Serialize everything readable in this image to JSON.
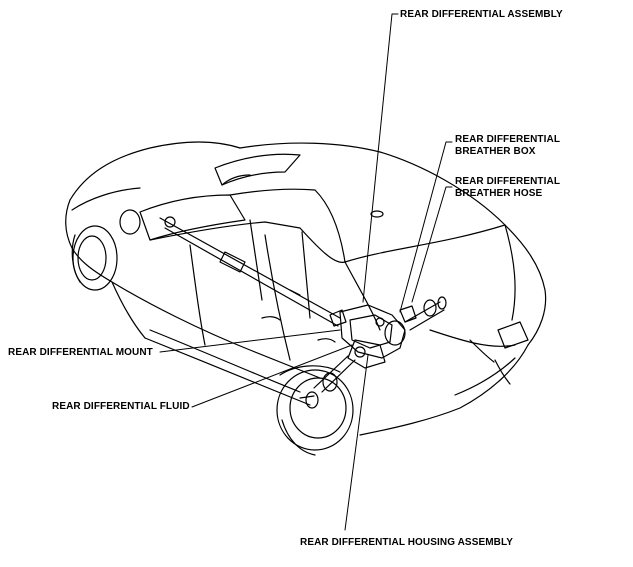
{
  "labels": {
    "assembly": "REAR DIFFERENTIAL ASSEMBLY",
    "breather_box_line1": "REAR DIFFERENTIAL",
    "breather_box_line2": "BREATHER BOX",
    "breather_hose_line1": "REAR DIFFERENTIAL",
    "breather_hose_line2": "BREATHER HOSE",
    "mount": "REAR DIFFERENTIAL MOUNT",
    "fluid": "REAR DIFFERENTIAL FLUID",
    "housing": "REAR DIFFERENTIAL HOUSING ASSEMBLY"
  },
  "colors": {
    "line": "#000000",
    "background": "#ffffff"
  }
}
